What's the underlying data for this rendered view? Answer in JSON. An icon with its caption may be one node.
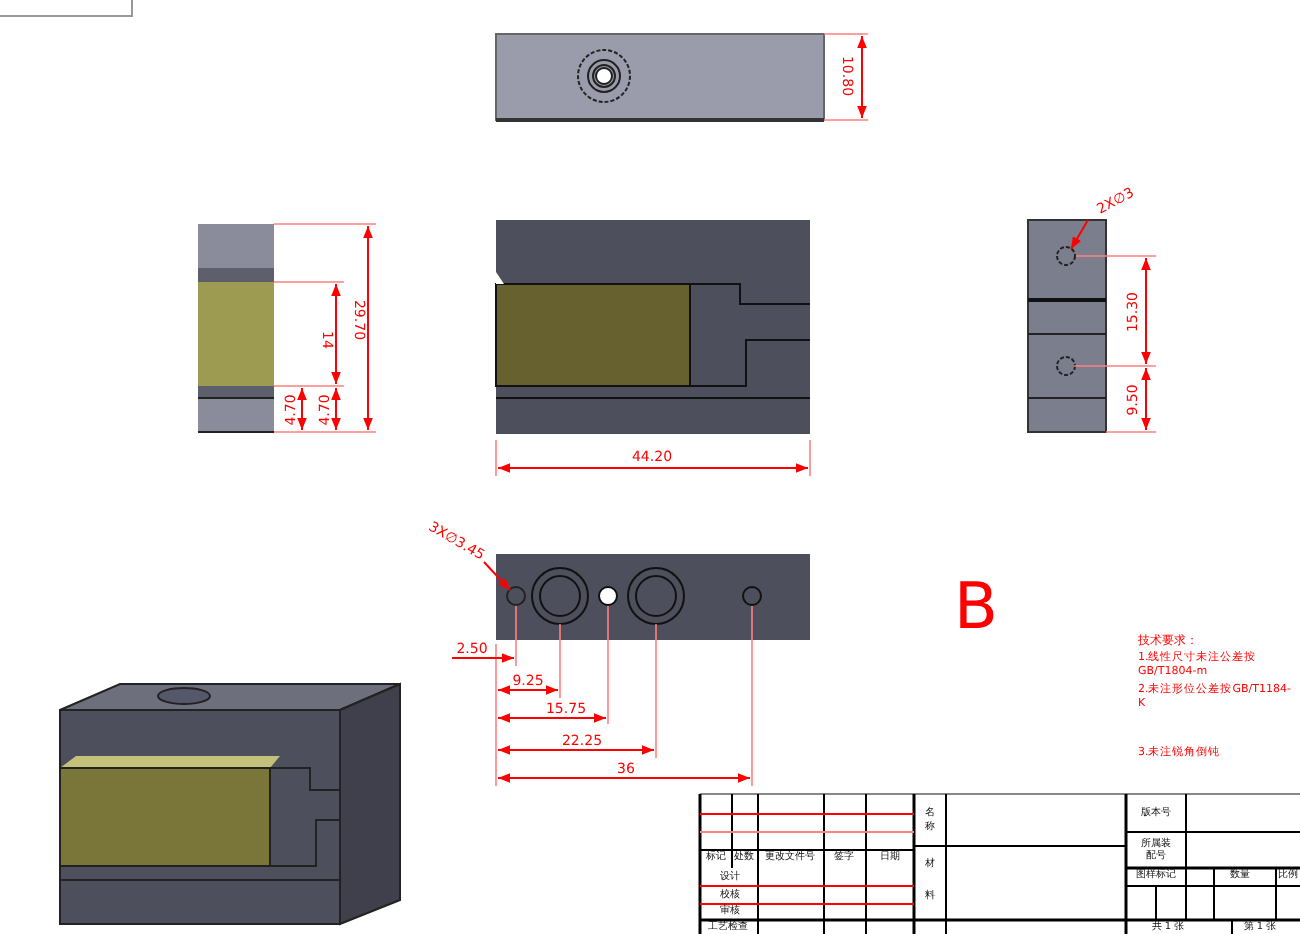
{
  "diagram": {
    "nodes": [
      {
        "text": [
          "2X∅3"
        ]
      },
      {
        "text": [
          "3X∅3.45"
        ]
      },
      {
        "text": [],
        "shape": "circle"
      },
      {
        "text": [],
        "shape": "circle"
      }
    ],
    "edges": [
      {
        "from": 0,
        "to": 2,
        "arrow": "to"
      },
      {
        "from": 1,
        "to": 3,
        "arrow": "to"
      }
    ],
    "labels": [
      "10.80",
      "29.70",
      "14",
      "4.70",
      "4.70",
      "44.20",
      "15.30",
      "9.50",
      "B",
      "2.50",
      "9.25",
      "15.75",
      "22.25",
      "36",
      "技术要求：",
      "1.线性尺寸未注公差按GB/T1804-m",
      "2.未注形位公差按GB/T1184-K",
      "3.未注锐角倒钝",
      "标记",
      "处数",
      "更改文件号",
      "签字",
      "日期",
      "设计",
      "校核",
      "审核",
      "工艺检查",
      "名称",
      "材料",
      "版本号",
      "所属装配号",
      "图样标记",
      "数量",
      "比例",
      "共 1 张",
      "第 1 张"
    ]
  }
}
